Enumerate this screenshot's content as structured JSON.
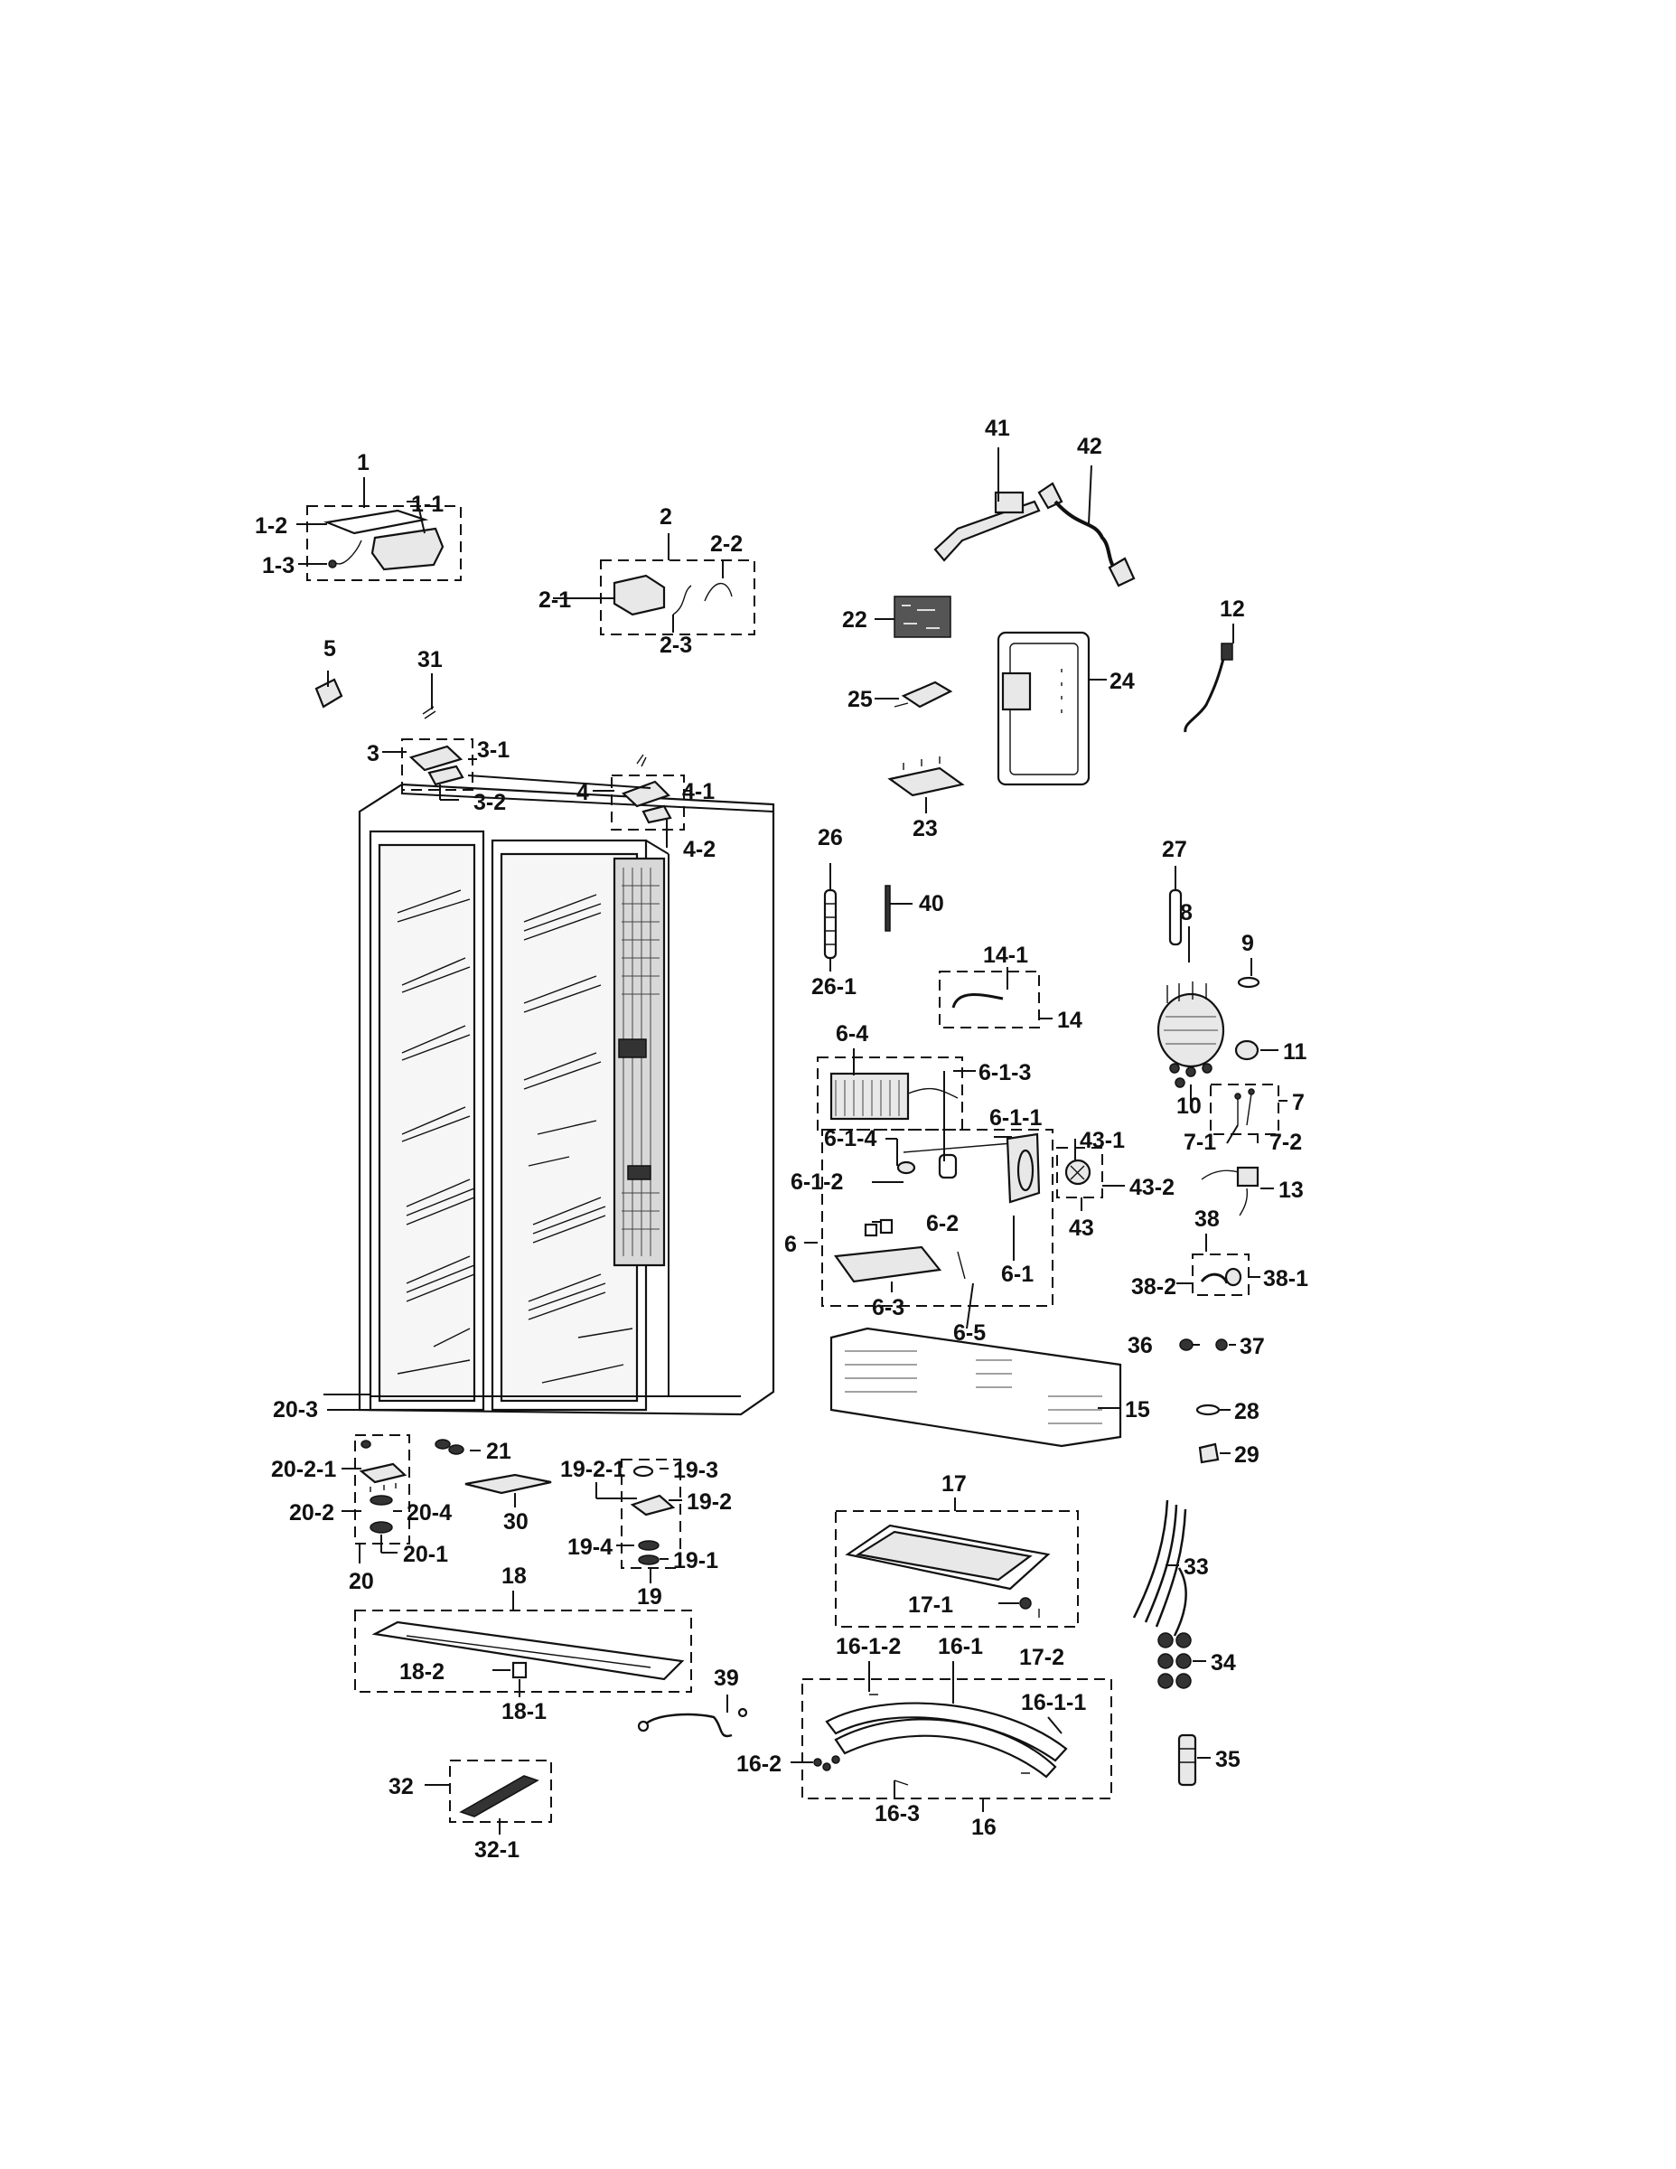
{
  "callouts": [
    "1",
    "1-1",
    "1-2",
    "1-3",
    "2",
    "2-1",
    "2-2",
    "2-3",
    "3",
    "3-1",
    "3-2",
    "4",
    "4-1",
    "4-2",
    "5",
    "31",
    "41",
    "42",
    "22",
    "24",
    "25",
    "23",
    "12",
    "26",
    "26-1",
    "40",
    "27",
    "8",
    "9",
    "11",
    "10",
    "7",
    "7-1",
    "7-2",
    "14-1",
    "14",
    "6-4",
    "6-1-3",
    "6-1-1",
    "6-1-4",
    "6-1-2",
    "43-1",
    "43-2",
    "43",
    "13",
    "6-2",
    "6",
    "6-1",
    "6-3",
    "6-5",
    "38",
    "38-2",
    "38-1",
    "36",
    "37",
    "15",
    "28",
    "29",
    "20-3",
    "21",
    "20-2-1",
    "20-2",
    "20-4",
    "20-1",
    "20",
    "30",
    "19-2-1",
    "19-3",
    "19-2",
    "19-4",
    "19-1",
    "19",
    "17",
    "17-1",
    "17-2",
    "33",
    "34",
    "35",
    "18",
    "18-2",
    "18-1",
    "39",
    "16-1-2",
    "16-1",
    "16-1-1",
    "16-2",
    "16-3",
    "16",
    "32",
    "32-1"
  ]
}
